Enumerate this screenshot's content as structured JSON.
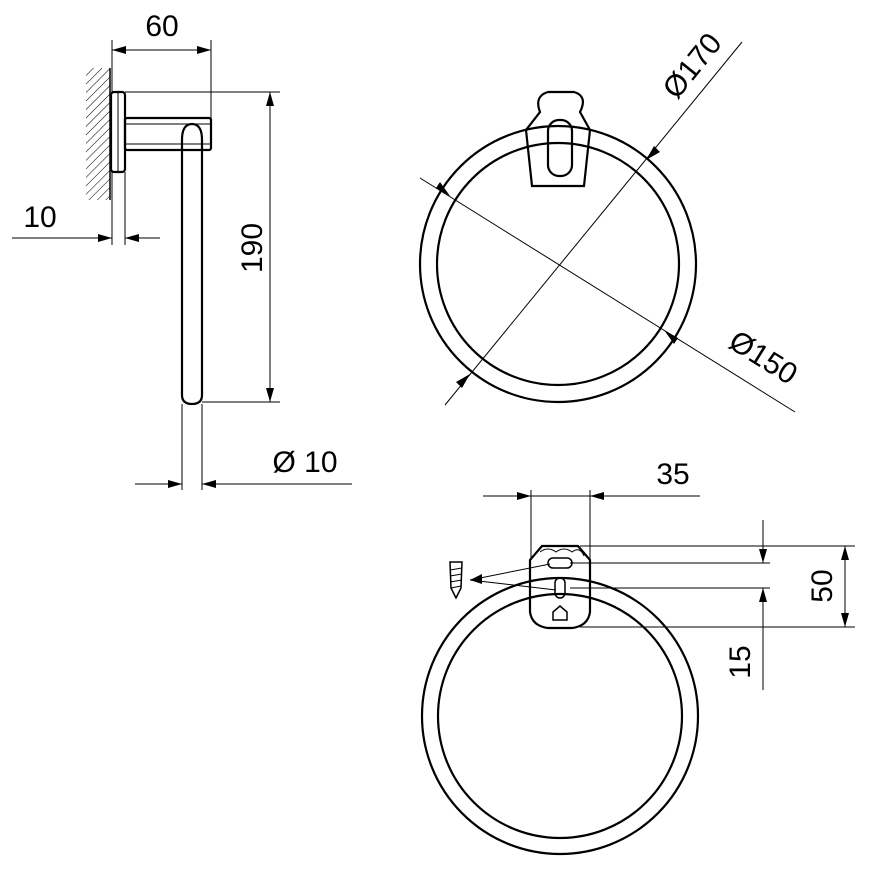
{
  "dimensions": {
    "side_width": "60",
    "side_base_thickness": "10",
    "side_height": "190",
    "rod_diameter": "Ø 10",
    "ring_outer_diameter": "Ø170",
    "ring_inner_diameter": "Ø150",
    "bracket_width": "35",
    "bracket_height": "50",
    "screw_offset": "15"
  }
}
